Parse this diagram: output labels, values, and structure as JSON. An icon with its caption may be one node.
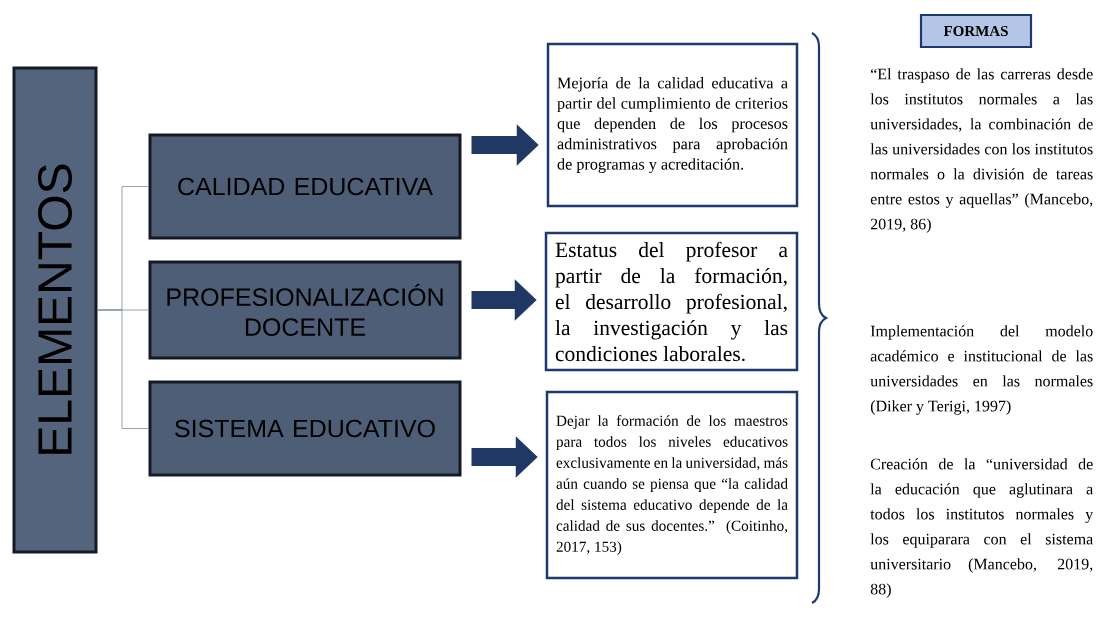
{
  "diagram": {
    "nodes": [
      {
        "text": [
          "ELEMENTOS"
        ]
      },
      {
        "text": [
          "CALIDAD EDUCATIVA"
        ]
      },
      {
        "text": [
          "PROFESIONALIZACIÓN DOCENTE"
        ]
      },
      {
        "text": [
          "SISTEMA EDUCATIVO"
        ]
      },
      {
        "text": [
          "Mejoría de la calidad educativa a partir del cumplimiento de criterios que dependen de los procesos administrativos para aprobación de programas y acreditación."
        ]
      },
      {
        "text": [
          "Estatus del profesor a partir de la formación, el desarrollo profesional, la investigación y las condiciones laborales."
        ]
      },
      {
        "text": [
          "Dejar la formación de los maestros para todos los niveles educativos exclusivamente en la universidad, más aún cuando se piensa que “la calidad del sistema educativo depende de la calidad de sus docentes.” (Coitinho, 2017, 153)"
        ]
      },
      {
        "text": [
          "FORMAS"
        ]
      }
    ],
    "edges": [
      {
        "from": 0,
        "to": 1,
        "arrow": "none"
      },
      {
        "from": 0,
        "to": 2,
        "arrow": "none"
      },
      {
        "from": 0,
        "to": 3,
        "arrow": "none"
      },
      {
        "from": 1,
        "to": 4,
        "arrow": "to",
        "style": "thick",
        "color": "#1f3864"
      },
      {
        "from": 2,
        "to": 5,
        "arrow": "to",
        "style": "thick",
        "color": "#1f3864"
      },
      {
        "from": 3,
        "to": 6,
        "arrow": "to",
        "style": "thick",
        "color": "#1f3864"
      }
    ],
    "labels": [
      "“El traspaso de las carreras desde los institutos normales a las universidades, la combinación de las universidades con los institutos normales o la división de tareas entre estos y aquellas” (Mancebo, 2019, 86)",
      "Implementación del modelo académico e institucional de las universidades en las normales (Diker y Terigi, 1997)",
      "Creación de la “universidad de la educación que aglutinara a todos los institutos normales y los equiparara con el sistema universitario (Mancebo, 2019, 88)"
    ]
  }
}
